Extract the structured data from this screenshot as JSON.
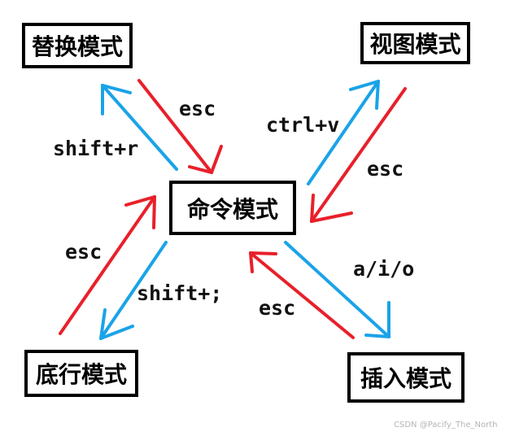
{
  "modes": {
    "replace": "替换模式",
    "visual": "视图模式",
    "command": "命令模式",
    "bottom_line": "底行模式",
    "insert": "插入模式"
  },
  "transitions": {
    "command_to_replace": "shift+r",
    "replace_to_command": "esc",
    "command_to_visual": "ctrl+v",
    "visual_to_command": "esc",
    "command_to_bottom_line": "shift+;",
    "bottom_line_to_command": "esc",
    "command_to_insert": "a/i/o",
    "insert_to_command": "esc"
  },
  "colors": {
    "enter_arrow": "#1aa3e8",
    "exit_arrow": "#e8202a",
    "box_border": "#000000"
  },
  "watermark": "CSDN @Pacify_The_North"
}
